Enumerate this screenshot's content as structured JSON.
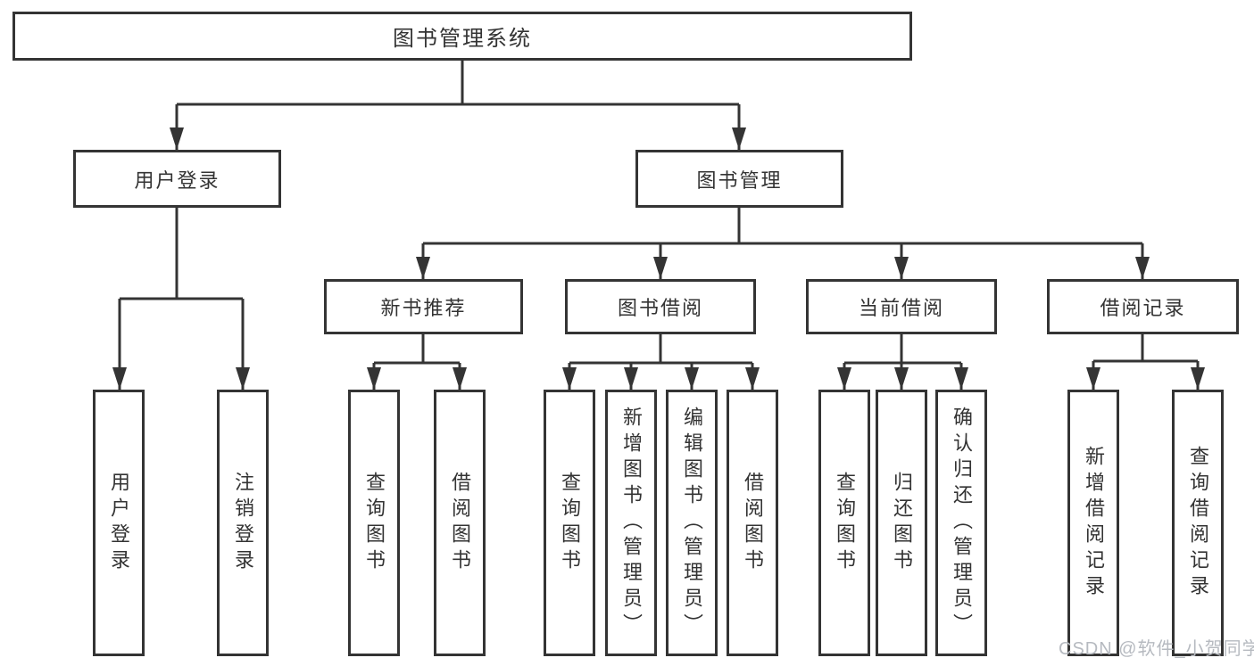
{
  "tree": {
    "label": "图书管理系统",
    "children": [
      {
        "label": "用户登录",
        "children": [
          {
            "label": "用户登录"
          },
          {
            "label": "注销登录"
          }
        ]
      },
      {
        "label": "图书管理",
        "children": [
          {
            "label": "新书推荐",
            "children": [
              {
                "label": "查询图书"
              },
              {
                "label": "借阅图书"
              }
            ]
          },
          {
            "label": "图书借阅",
            "children": [
              {
                "label": "查询图书"
              },
              {
                "label": "新增图书（管理员）"
              },
              {
                "label": "编辑图书（管理员）"
              },
              {
                "label": "借阅图书"
              }
            ]
          },
          {
            "label": "当前借阅",
            "children": [
              {
                "label": "查询图书"
              },
              {
                "label": "归还图书"
              },
              {
                "label": "确认归还（管理员）"
              }
            ]
          },
          {
            "label": "借阅记录",
            "children": [
              {
                "label": "新增借阅记录"
              },
              {
                "label": "查询借阅记录"
              }
            ]
          }
        ]
      }
    ]
  },
  "watermark": {
    "text": "CSDN @软件_小贺同学"
  },
  "colors": {
    "line": "#343434",
    "text": "#333333",
    "box_background": "#ffffff",
    "page_background": "#ffffff",
    "watermark": "#b6bac0"
  }
}
